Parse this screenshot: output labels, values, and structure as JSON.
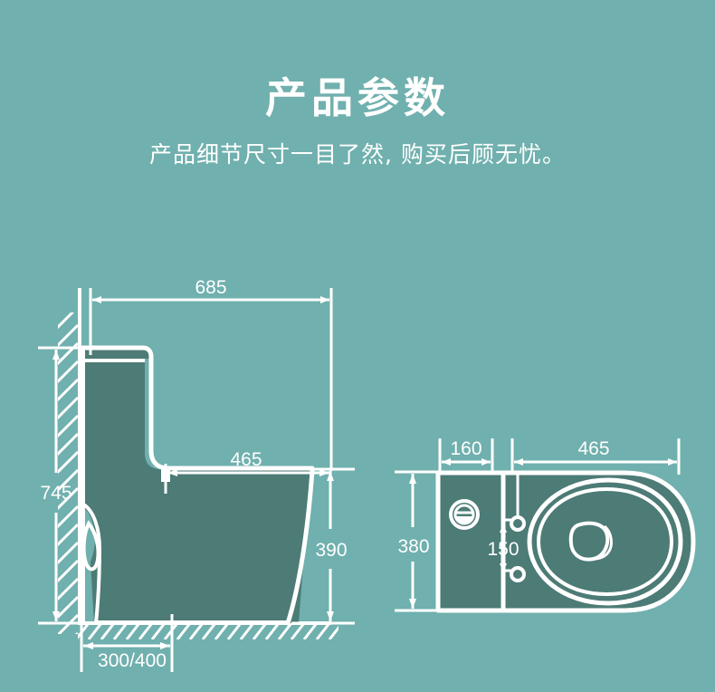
{
  "header": {
    "title": "产品参数",
    "subtitle": "产品细节尺寸一目了然, 购买后顾无忧。"
  },
  "colors": {
    "background": "#70b0ae",
    "fixture_fill": "#4d7b76",
    "line": "#ffffff",
    "text": "#ffffff"
  },
  "diagrams": {
    "side_view": {
      "name": "toilet-side-elevation",
      "dimensions": {
        "overall_length": "685",
        "overall_height": "745",
        "seat_height": "390",
        "bowl_length": "465",
        "rough_in": "300/400"
      }
    },
    "top_view": {
      "name": "toilet-plan-view",
      "dimensions": {
        "tank_depth": "160",
        "bowl_length": "465",
        "overall_width": "380",
        "bolt_spacing": "150"
      }
    }
  }
}
